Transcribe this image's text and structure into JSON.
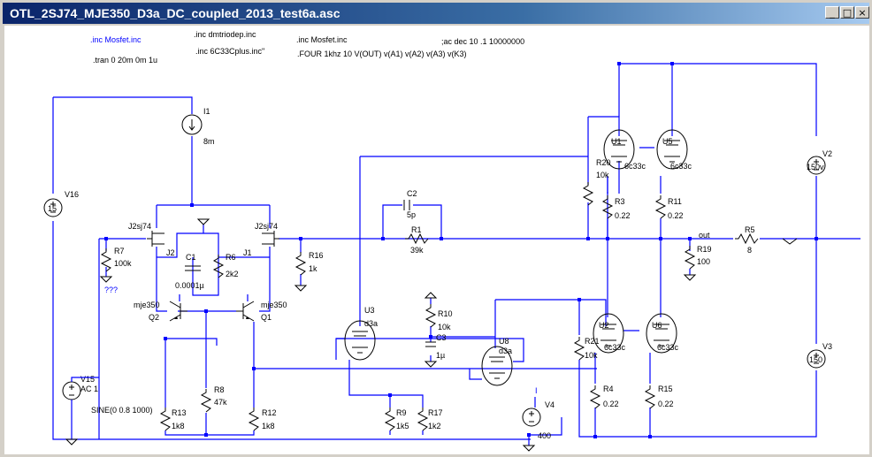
{
  "window": {
    "title": "OTL_2SJ74_MJE350_D3a_DC_coupled_2013_test6a.asc",
    "buttons": [
      "_",
      "□",
      "×"
    ]
  },
  "directives": {
    "inc_mosfet_1": ".inc Mosfet.inc",
    "tran": ".tran 0 20m 0m 1u",
    "inc_dmtriode": ".inc dmtriodep.inc",
    "inc_6c33c": ".inc 6C33Cplus.inc\"",
    "inc_mosfet_2": ".inc Mosfet.inc",
    "four": ".FOUR 1khz 10 V(OUT) v(A1) v(A2)  v(A3) v(K3)",
    "ac": ";ac dec 10 .1 10000000"
  },
  "components": {
    "I1": {
      "name": "I1",
      "value": "8m"
    },
    "V16": {
      "name": "V16",
      "value": "15"
    },
    "J2": {
      "name": "J2",
      "model": "J2sj74"
    },
    "J1": {
      "name": "J1",
      "model": "J2sj74"
    },
    "C1": {
      "name": "C1",
      "value": "0.0001µ"
    },
    "R6": {
      "name": "R6",
      "value": "2k2"
    },
    "R7": {
      "name": "R7",
      "value": "100k"
    },
    "R16": {
      "name": "R16",
      "value": "1k"
    },
    "Q2": {
      "name": "Q2",
      "model": "mje350"
    },
    "Q1": {
      "name": "Q1",
      "model": "mje350"
    },
    "V15": {
      "name": "V15",
      "value": "AC 1",
      "source": "SINE(0 0.8 1000)"
    },
    "R13": {
      "name": "R13",
      "value": "1k8"
    },
    "R8": {
      "name": "R8",
      "value": "47k"
    },
    "R12": {
      "name": "R12",
      "value": "1k8"
    },
    "C2": {
      "name": "C2",
      "value": "5p"
    },
    "R1": {
      "name": "R1",
      "value": "39k"
    },
    "U3": {
      "name": "U3",
      "model": "d3a"
    },
    "U8": {
      "name": "U8",
      "model": "d3a"
    },
    "R10": {
      "name": "R10",
      "value": "10k"
    },
    "C3": {
      "name": "C3",
      "value": "1µ"
    },
    "R9": {
      "name": "R9",
      "value": "1k5"
    },
    "R17": {
      "name": "R17",
      "value": "1k2"
    },
    "V4": {
      "name": "V4",
      "value": "400"
    },
    "U1": {
      "name": "U1",
      "model": "6c33c"
    },
    "U5": {
      "name": "U5",
      "model": "6c33c"
    },
    "R20": {
      "name": "R20",
      "value": "10k"
    },
    "R3": {
      "name": "R3",
      "value": "0.22"
    },
    "R11": {
      "name": "R11",
      "value": "0.22"
    },
    "U2": {
      "name": "U2",
      "model": "6c33c"
    },
    "U6": {
      "name": "U6",
      "model": "6c33c"
    },
    "R21": {
      "name": "R21",
      "value": "10k"
    },
    "R4": {
      "name": "R4",
      "value": "0.22"
    },
    "R15": {
      "name": "R15",
      "value": "0.22"
    },
    "R19": {
      "name": "R19",
      "value": "100"
    },
    "R5": {
      "name": "R5",
      "value": "8"
    },
    "V2": {
      "name": "V2",
      "value": "150v"
    },
    "V3": {
      "name": "V3",
      "value": "150"
    }
  },
  "nets": {
    "out": "out",
    "unknown": "???",
    "i_label": "I"
  }
}
